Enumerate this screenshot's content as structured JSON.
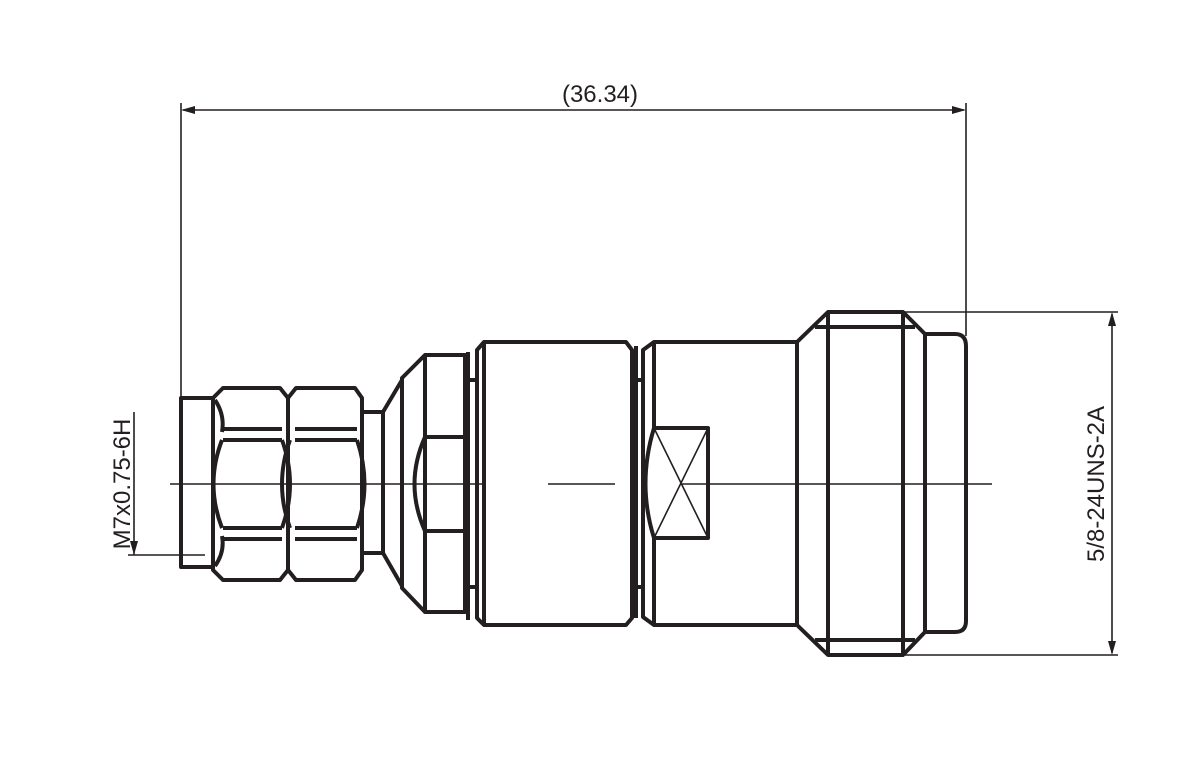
{
  "drawing": {
    "overall_length_label": "(36.34)",
    "left_thread_label": "M7x0.75-6H",
    "right_thread_label": "5/8-24UNS-2A",
    "line_color": "#231f20"
  }
}
